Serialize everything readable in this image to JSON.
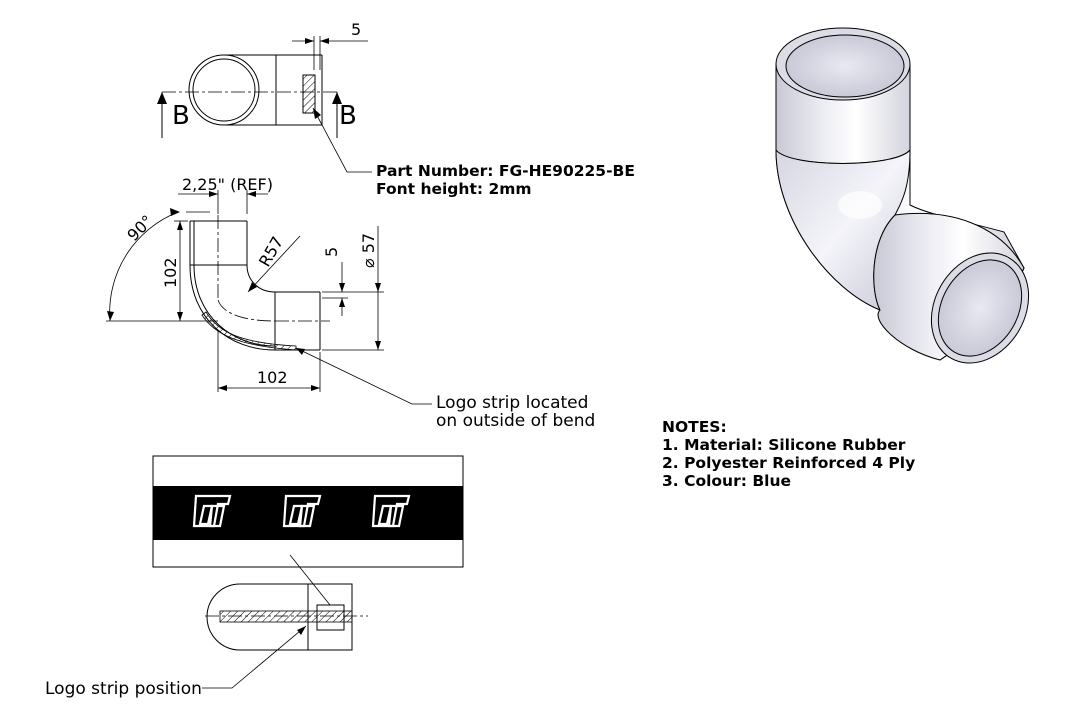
{
  "part_number_note": {
    "line1": "Part Number: FG-HE90225-BE",
    "line2": "Font height: 2mm"
  },
  "section_labels": {
    "left": "B",
    "right": "B"
  },
  "dimensions": {
    "strip_offset": "5",
    "ref_length": "2,25\" (REF)",
    "angle": "90°",
    "height": "102",
    "radius": "R57",
    "inset": "5",
    "diameter": "⌀ 57",
    "width": "102"
  },
  "callouts": {
    "logo_strip_line1": "Logo strip located",
    "logo_strip_line2": "on outside of bend",
    "logo_position": "Logo strip position"
  },
  "notes": {
    "heading": "NOTES:",
    "items": [
      "1. Material: Silicone Rubber",
      "2. Polyester Reinforced 4 Ply",
      "3. Colour: Blue"
    ]
  },
  "colors": {
    "line": "#000000",
    "logo_strip": "#000000",
    "hose_body": "#e6e6ee",
    "hose_highlight": "#ffffff"
  },
  "icons": [
    "logo-mark-icon"
  ]
}
